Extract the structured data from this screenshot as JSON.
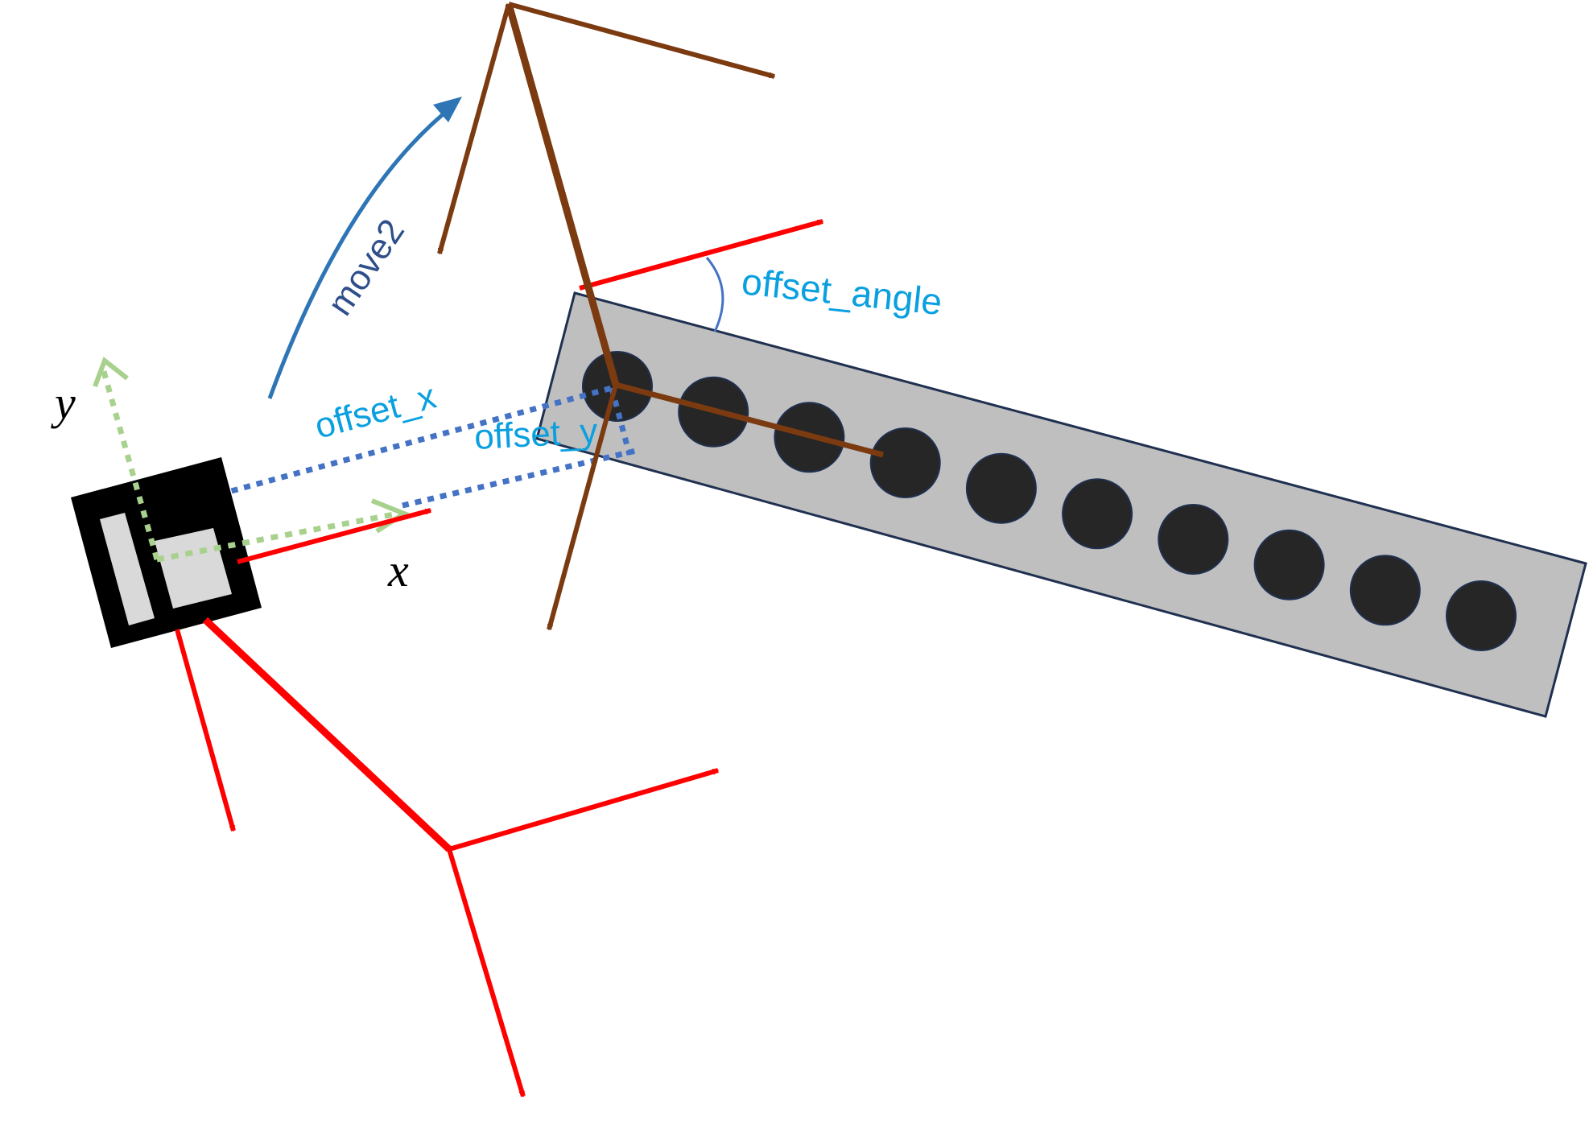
{
  "labels": {
    "move": "move2",
    "offset_x": "offset_x",
    "offset_y": "offset_y",
    "offset_angle": "offset_angle",
    "axis_x": "x",
    "axis_y": "y"
  },
  "colors": {
    "red_frame": "#ff0000",
    "brown_frame": "#7b3a10",
    "blue_arc": "#2e75b6",
    "move_label": "#2f4f8a",
    "offset_label": "#0aa0e0",
    "dotted_blue": "#4472c4",
    "dotted_green": "#a9d18e",
    "tray_fill": "#bfbfbf",
    "tray_stroke": "#1f3050",
    "hole_fill": "#262626",
    "marker_black": "#000000",
    "marker_inner": "#d9d9d9"
  },
  "tray": {
    "hole_count": 10
  }
}
